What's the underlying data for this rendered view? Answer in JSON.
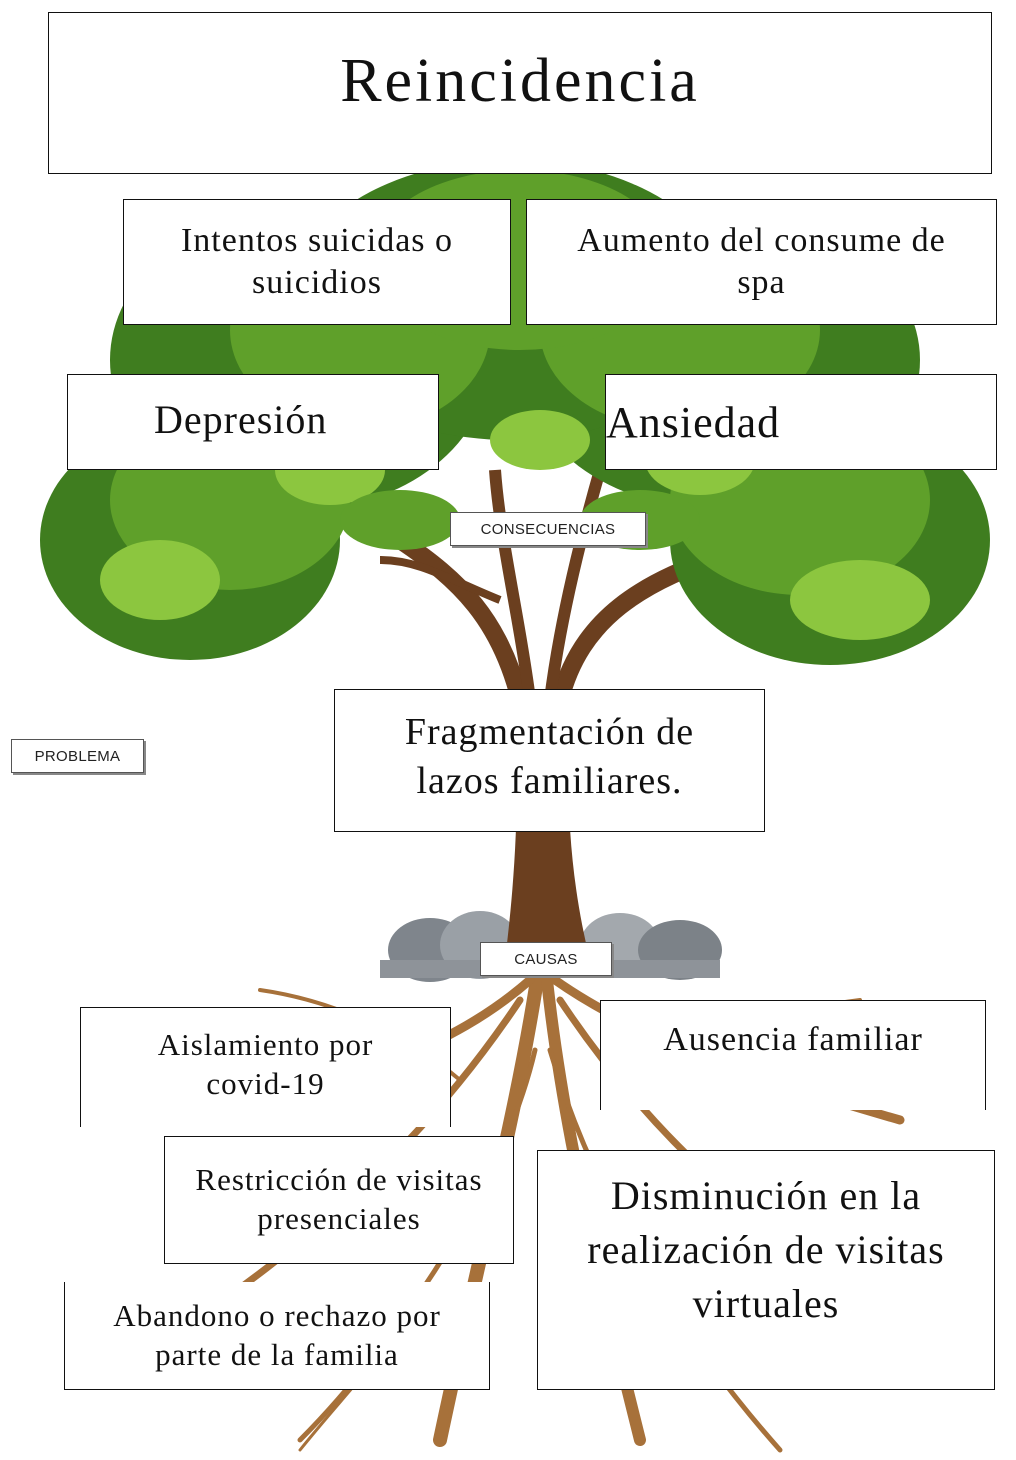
{
  "problem_title": "Reincidencia",
  "consequences": {
    "tag": "CONSECUENCIAS",
    "items": [
      "Intentos suicidas o suicidios",
      "Aumento del consume de spa",
      "Depresión",
      "Ansiedad"
    ]
  },
  "problem": {
    "tag": "PROBLEMA",
    "text": "Fragmentación de lazos familiares."
  },
  "causes": {
    "tag": "CAUSAS",
    "items": [
      "Aislamiento por covid-19",
      "Ausencia familiar",
      "Restricción de visitas presenciales",
      "Disminución en la realización de visitas virtuales",
      "Abandono o rechazo por parte de la familia"
    ]
  },
  "colors": {
    "foliage_dark": "#3f7d1f",
    "foliage_mid": "#5fa02a",
    "foliage_light": "#8cc63f",
    "trunk": "#6b3f1f",
    "roots": "#a7713a",
    "stones": "#8e9399"
  }
}
